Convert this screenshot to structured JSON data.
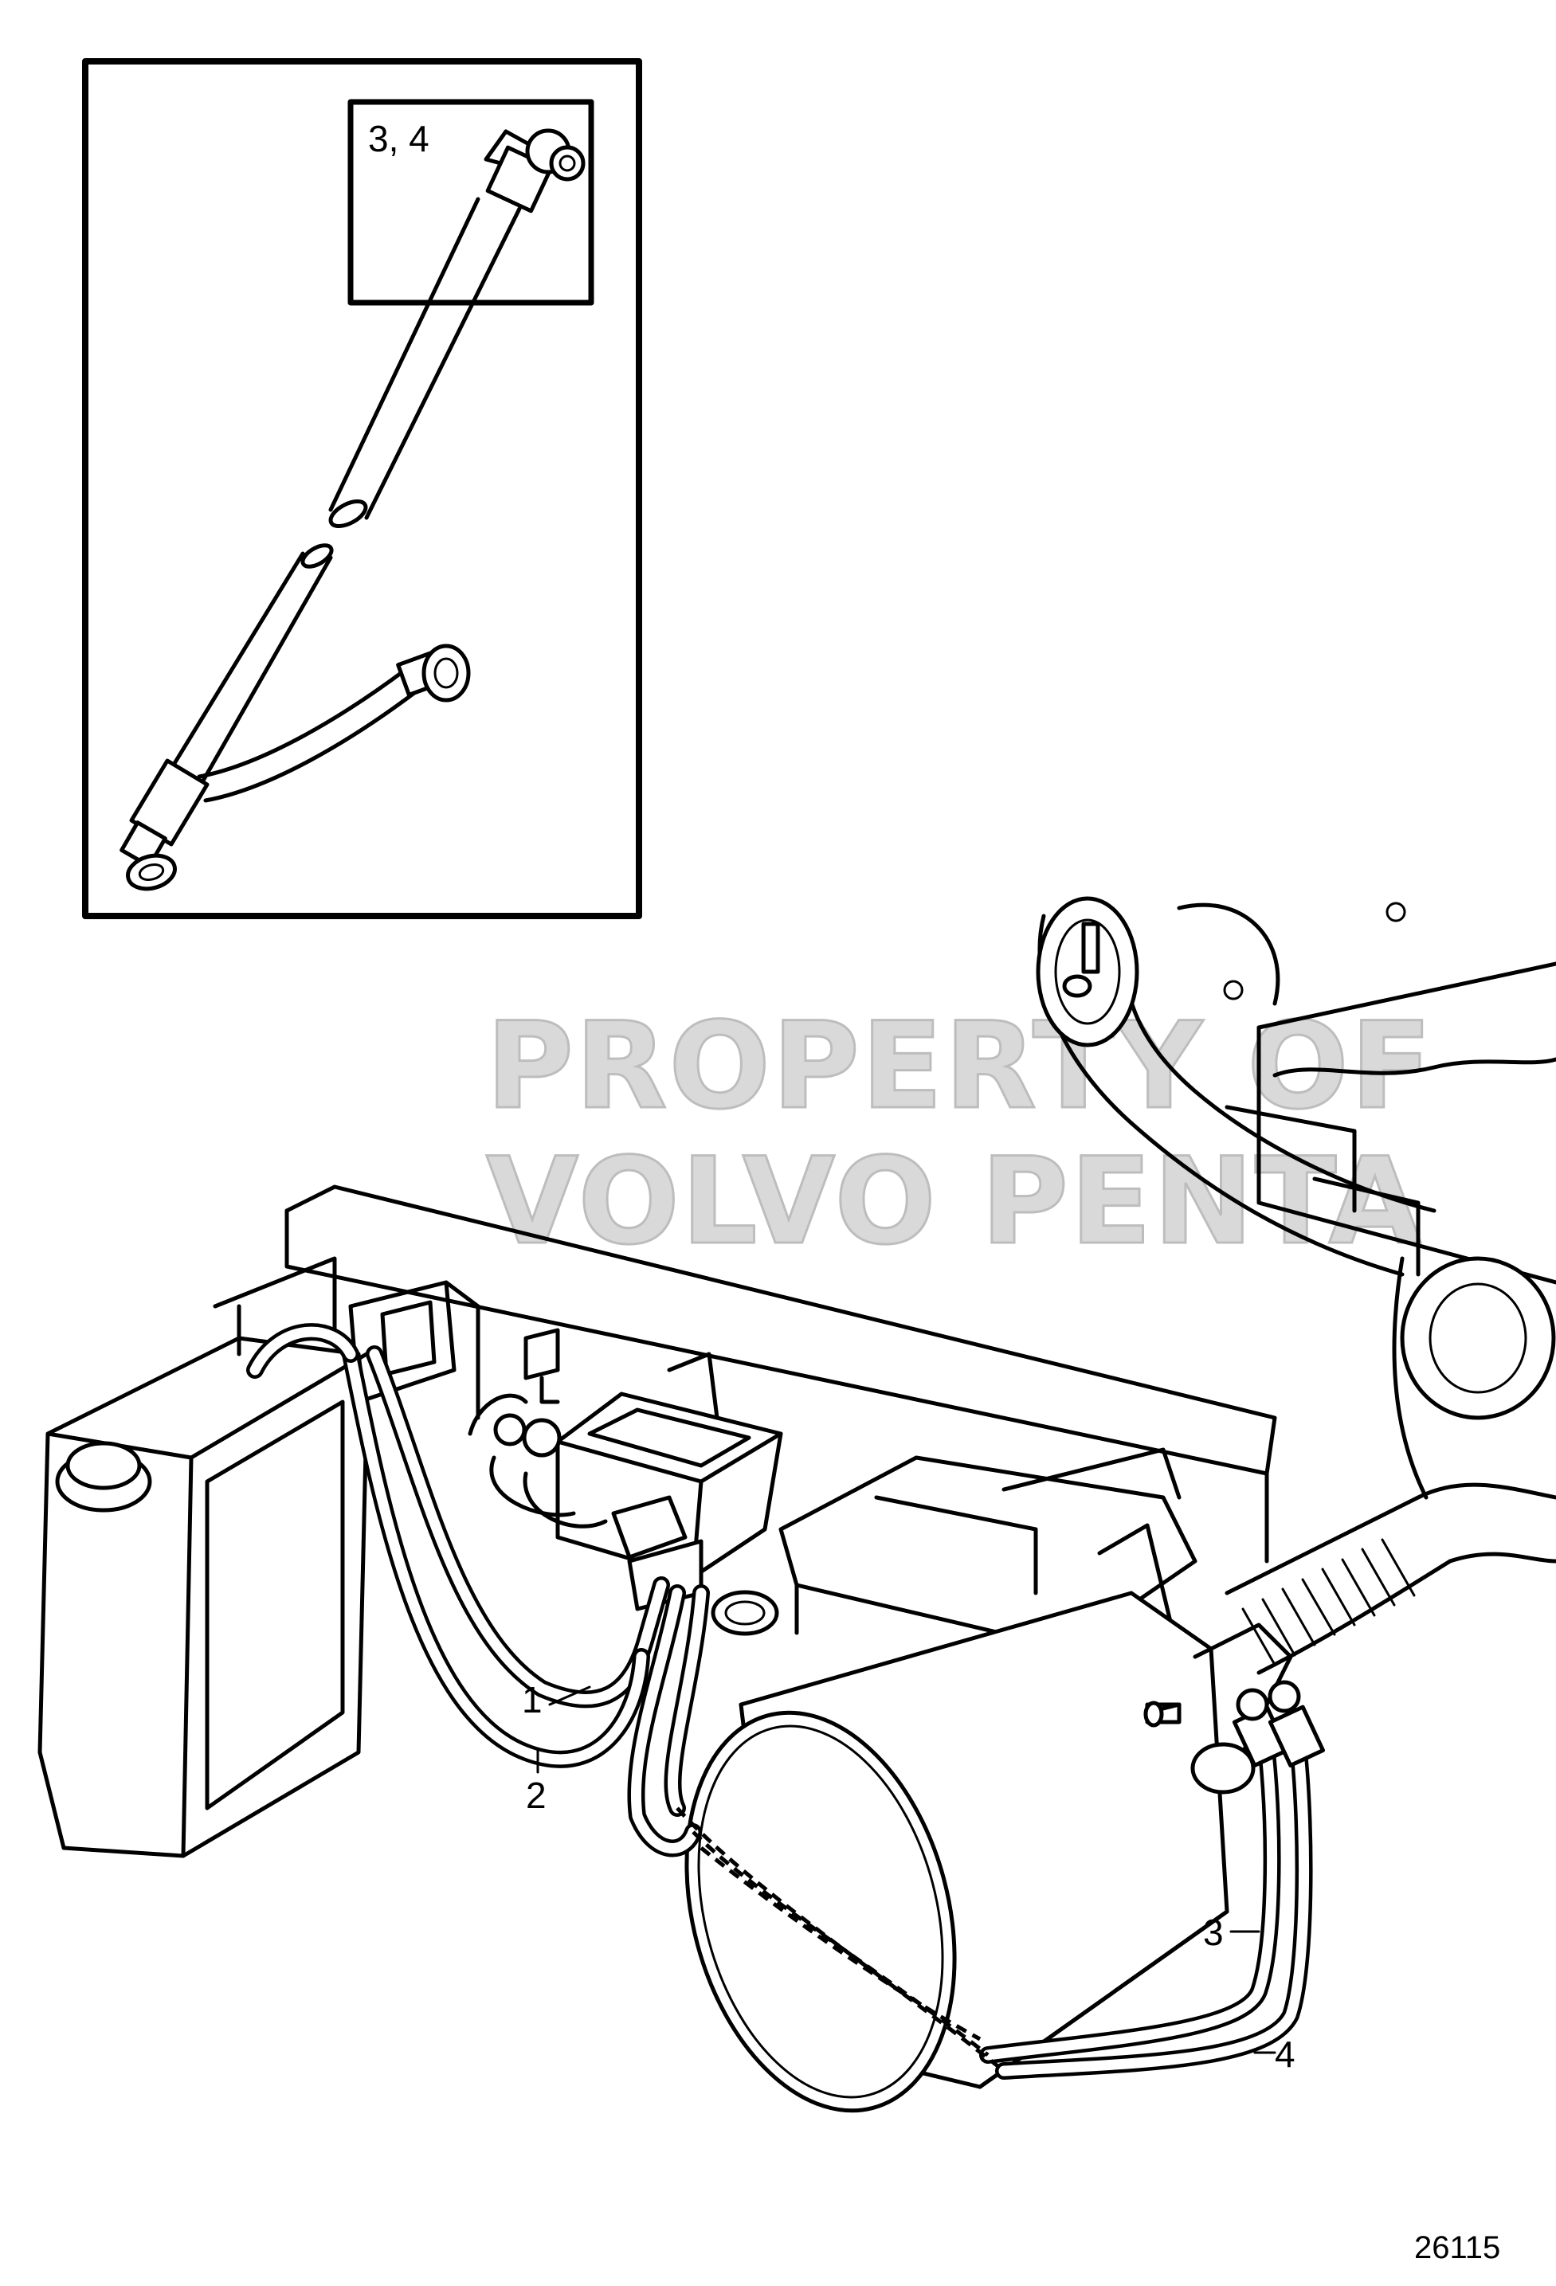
{
  "inset": {
    "detail_label": "3, 4"
  },
  "callouts": {
    "c1": "1",
    "c2": "2",
    "c3": "3",
    "c4": "4"
  },
  "watermark": {
    "line1": "PROPERTY OF",
    "line2": "VOLVO PENTA"
  },
  "figure_number": "26115"
}
